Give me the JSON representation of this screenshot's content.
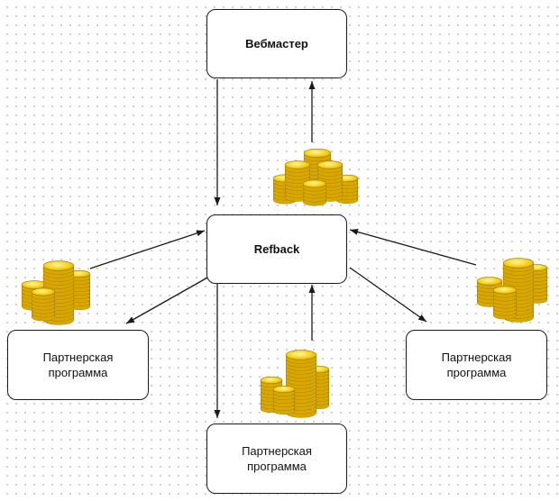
{
  "nodes": {
    "webmaster": "Вебмастер",
    "refback": "Refback",
    "partner": "Партнерская программа"
  },
  "colors": {
    "coin_light": "#ffe94a",
    "coin_mid": "#f2c400",
    "coin_dark": "#b98a00",
    "line": "#1a1a1a"
  }
}
